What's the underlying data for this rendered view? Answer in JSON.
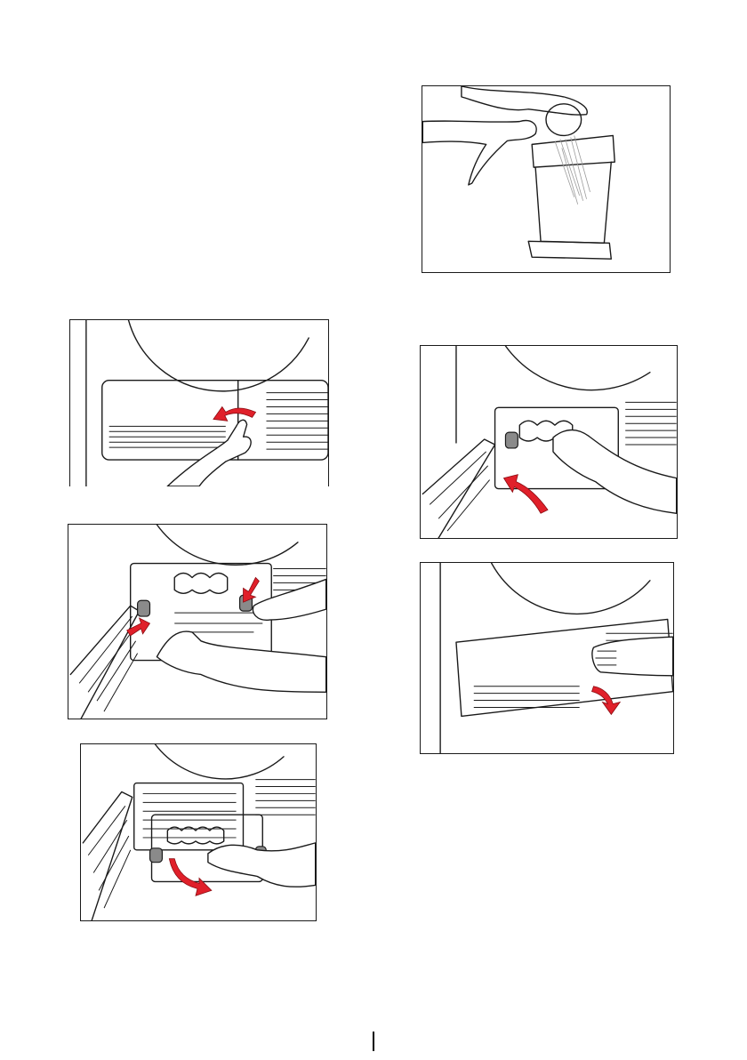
{
  "page": {
    "figures": [
      {
        "id": "open-lower-cover",
        "arrow_color": "#e0202a"
      },
      {
        "id": "release-filter-locks",
        "arrow_color": "#e0202a"
      },
      {
        "id": "pull-out-filter",
        "arrow_color": "#e0202a"
      },
      {
        "id": "clean-filter-lint",
        "arrow_color": "#e0202a"
      },
      {
        "id": "push-filter-back",
        "arrow_color": "#e0202a"
      },
      {
        "id": "close-lower-cover",
        "arrow_color": "#e0202a"
      }
    ],
    "colors": {
      "arrow": "#e0202a",
      "line": "#1a1a1a",
      "grip": "#8a8a8a"
    }
  }
}
